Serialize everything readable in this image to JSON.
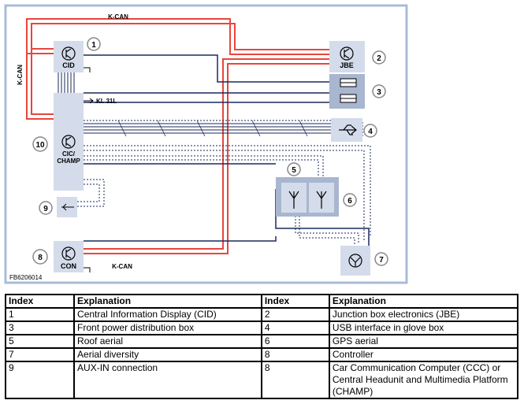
{
  "diagram": {
    "bus_labels": {
      "top": "K-CAN",
      "left": "K-CAN",
      "bottom": "K-CAN"
    },
    "terminal_label": "Kl. 31L",
    "figure_id": "FB6206014",
    "components": {
      "cid": {
        "label": "CID",
        "number": "1"
      },
      "jbe": {
        "label": "JBE",
        "number": "2"
      },
      "fuse_box": {
        "number": "3"
      },
      "usb": {
        "number": "4"
      },
      "roof_aerial": {
        "number": "5"
      },
      "gps_aerial": {
        "number": "6"
      },
      "aerial_diversity": {
        "number": "7"
      },
      "con": {
        "label": "CON",
        "number": "8"
      },
      "aux_in": {
        "number": "9"
      },
      "cic": {
        "label_line1": "CIC/",
        "label_line2": "CHAMP",
        "number": "10"
      }
    },
    "colors": {
      "can": "#e8463c",
      "frame": "#a8bcd8",
      "module": "#d4dceb",
      "wire": "#1a2a5a"
    }
  },
  "legend": {
    "headers": [
      "Index",
      "Explanation",
      "Index",
      "Explanation"
    ],
    "rows": [
      [
        "1",
        "Central Information Display (CID)",
        "2",
        "Junction box electronics (JBE)"
      ],
      [
        "3",
        "Front power distribution box",
        "4",
        "USB interface in glove box"
      ],
      [
        "5",
        "Roof aerial",
        "6",
        "GPS aerial"
      ],
      [
        "7",
        "Aerial diversity",
        "8",
        "Controller"
      ],
      [
        "9",
        "AUX-IN connection",
        "8",
        "Car Communication Computer (CCC) or Central Headunit and Multimedia Platform (CHAMP)"
      ]
    ]
  }
}
